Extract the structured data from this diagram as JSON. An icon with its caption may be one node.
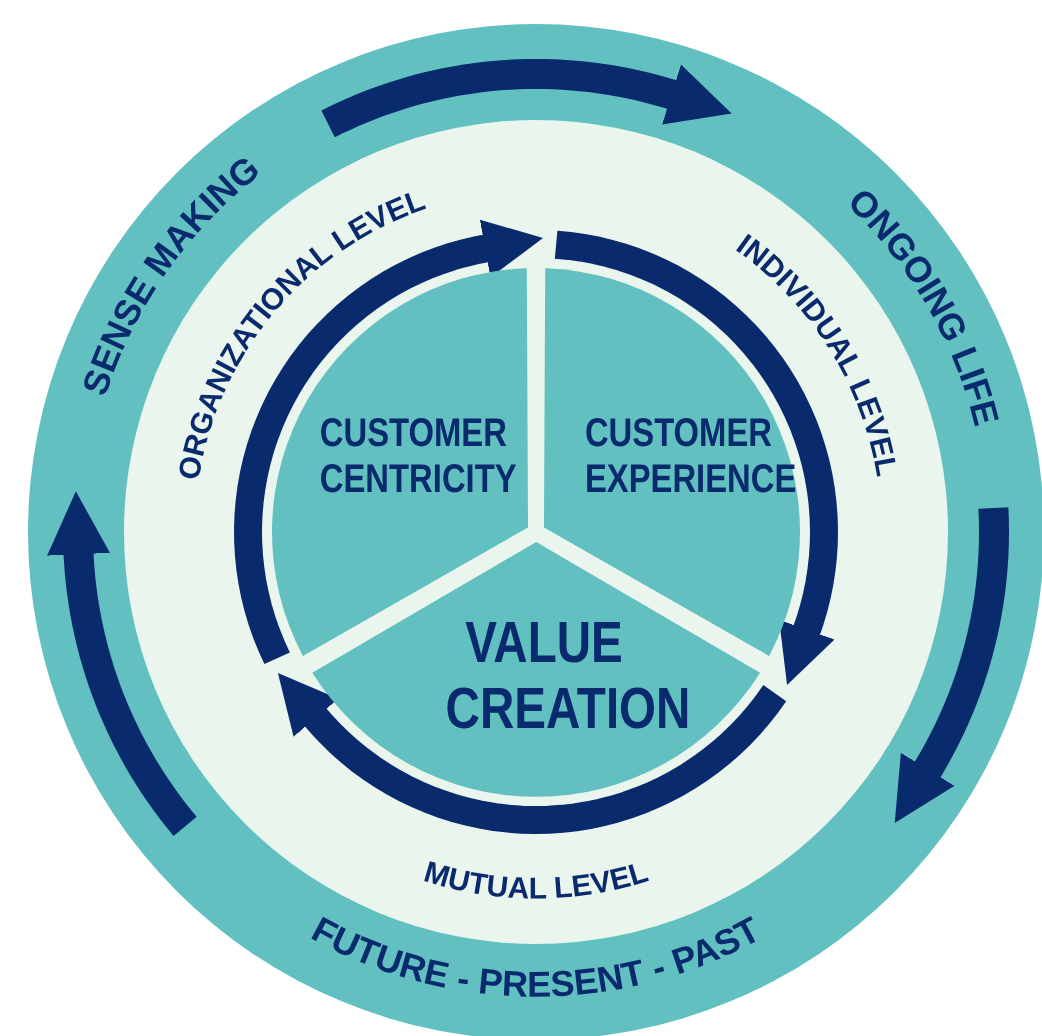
{
  "diagram": {
    "nodes": [
      {
        "text": [
          "CUSTOMER CENTRICITY"
        ]
      },
      {
        "text": [
          "CUSTOMER EXPERIENCE"
        ]
      },
      {
        "text": [
          "VALUE CREATION"
        ]
      }
    ],
    "labels": [
      "SENSE MAKING",
      "ONGOING LIFE",
      "ORGANIZATIONAL LEVEL",
      "INDIVIDUAL LEVEL",
      "MUTUAL LEVEL",
      "FUTURE - PRESENT - PAST"
    ]
  }
}
